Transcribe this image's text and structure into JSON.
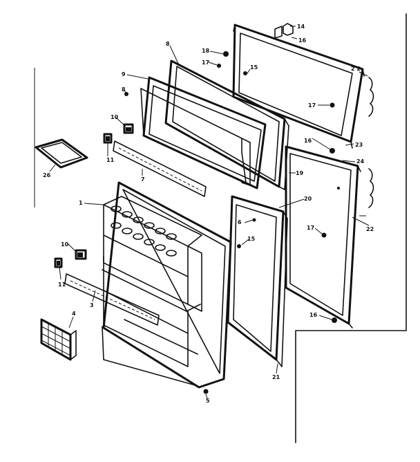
{
  "callouts": [
    {
      "id": "c14",
      "text": "14"
    },
    {
      "id": "c16a",
      "text": "16"
    },
    {
      "id": "c18a",
      "text": "18"
    },
    {
      "id": "c17a",
      "text": "17"
    },
    {
      "id": "c15a",
      "text": "15"
    },
    {
      "id": "c22a",
      "text": "2 2"
    },
    {
      "id": "c17b",
      "text": "17"
    },
    {
      "id": "c16b",
      "text": "16"
    },
    {
      "id": "c23",
      "text": "23"
    },
    {
      "id": "c24",
      "text": "24"
    },
    {
      "id": "c19",
      "text": "19"
    },
    {
      "id": "c8a",
      "text": "8"
    },
    {
      "id": "c9",
      "text": "9"
    },
    {
      "id": "c8b",
      "text": "8"
    },
    {
      "id": "c10a",
      "text": "10"
    },
    {
      "id": "c11a",
      "text": "11"
    },
    {
      "id": "c7",
      "text": "7"
    },
    {
      "id": "c26",
      "text": "26"
    },
    {
      "id": "c20",
      "text": "20"
    },
    {
      "id": "c6",
      "text": "6"
    },
    {
      "id": "c15b",
      "text": "15"
    },
    {
      "id": "c17c",
      "text": "17"
    },
    {
      "id": "c22b",
      "text": "22"
    },
    {
      "id": "c16c",
      "text": "16"
    },
    {
      "id": "c1",
      "text": "1"
    },
    {
      "id": "c10b",
      "text": "10"
    },
    {
      "id": "c11b",
      "text": "11"
    },
    {
      "id": "c3",
      "text": "3"
    },
    {
      "id": "c4",
      "text": "4"
    },
    {
      "id": "c21",
      "text": "21"
    },
    {
      "id": "c5",
      "text": "5"
    }
  ]
}
